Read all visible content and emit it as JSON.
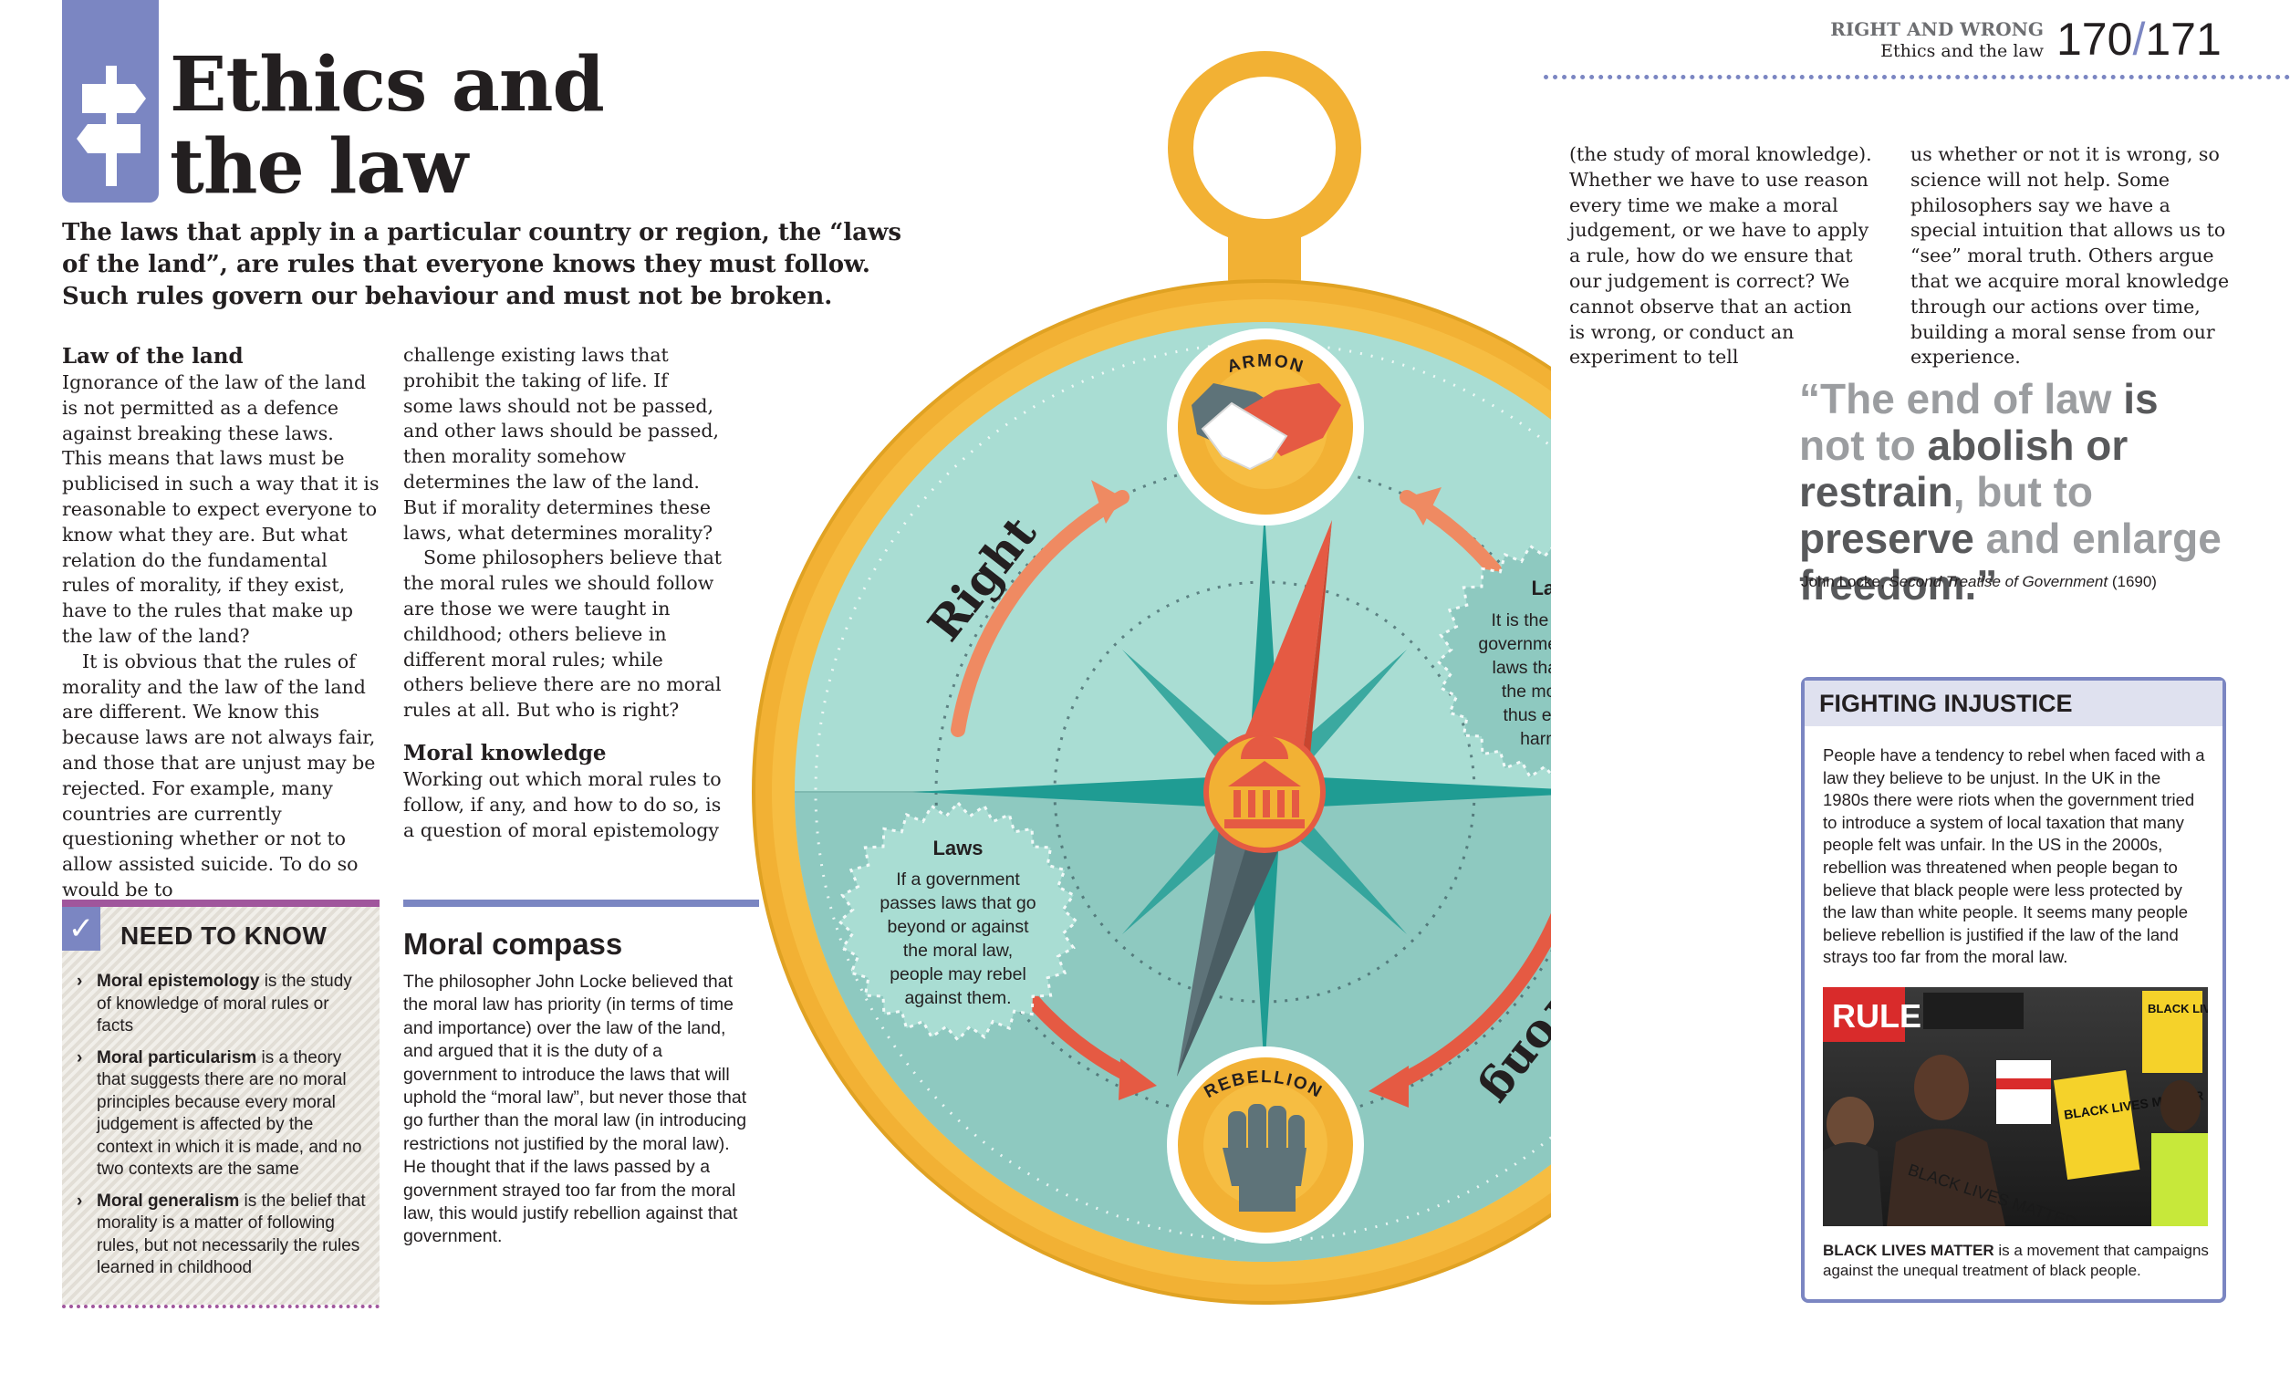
{
  "header": {
    "title": "Ethics and the law",
    "section": "RIGHT AND WRONG",
    "subsection": "Ethics and the law",
    "page_left": "170",
    "page_right": "171",
    "page_sep": "/"
  },
  "intro": "The laws that apply in a particular country or region, the “laws of the land”, are rules that everyone knows they must follow. Such rules govern our behaviour and must not be broken.",
  "law_of_land": {
    "heading": "Law of the land",
    "p1": "Ignorance of the law of the land is not permitted as a defence against breaking these laws. This means that laws must be publicised in such a way that it is reasonable to expect everyone to know what they are. But what relation do the fundamental rules of morality, if they exist, have to the rules that make up the law of the land?",
    "p2": "It is obvious that the rules of morality and the law of the land are different. We know this because laws are not always fair, and those that are unjust may be rejected. For example, many countries are currently questioning whether or not to allow assisted suicide. To do so would be to",
    "p3": "challenge existing laws that prohibit the taking of life. If some laws should not be passed, and other laws should be passed, then morality somehow determines the law of the land. But if morality determines these laws, what determines morality?",
    "p4": "Some philosophers believe that the moral rules we should follow are those we were taught in childhood; others believe in different moral rules; while others believe there are no moral rules at all. But who is right?"
  },
  "moral_knowledge": {
    "heading": "Moral knowledge",
    "p1": "Working out which moral rules to follow, if any, and how to do so, is a question of moral epistemology",
    "p2": "(the study of moral knowledge). Whether we have to use reason every time we make a moral judgement, or we have to apply a rule, how do we ensure that our judgement is correct? We cannot observe that an action is wrong, or conduct an experiment to tell",
    "p3": "us whether or not it is wrong, so science will not help. Some philosophers say we have a special intuition that allows us to “see” moral truth. Others argue that we acquire moral knowledge through our actions over time, building a moral sense from our experience."
  },
  "need_to_know": {
    "check": "✓",
    "title": "NEED TO KNOW",
    "chevron": "›",
    "items": [
      {
        "term": "Moral epistemology",
        "text": " is the study of knowledge of moral rules or facts"
      },
      {
        "term": "Moral particularism",
        "text": " is a theory that suggests there are no moral principles because every moral judgement is affected by the context in which it is made, and no two contexts are the same"
      },
      {
        "term": "Moral generalism",
        "text": " is the belief that morality is a matter of following rules, but not necessarily the rules learned in childhood"
      }
    ]
  },
  "moral_compass": {
    "title": "Moral compass",
    "body": "The philosopher John Locke believed that the moral law has priority (in terms of time and importance) over the law of the land, and argued that it is the duty of a government to introduce the laws that will uphold the “moral law”, but never those that go further than the moral law (in introducing restrictions not justified by the moral law). He thought that if the laws passed by a government strayed too far from the moral law, this would justify rebellion against that government."
  },
  "diagram": {
    "harmony": "HARMONY",
    "rebellion": "REBELLION",
    "right": "Right",
    "wrong": "Wrong",
    "laws_top_title": "Laws",
    "laws_top_lines": [
      "It is the duty of a",
      "government to pass",
      "laws that uphold",
      "the moral law,",
      "thus ensuring",
      "harmony."
    ],
    "laws_bottom_title": "Laws",
    "laws_bottom_lines": [
      "If a government",
      "passes laws that go",
      "beyond or against",
      "the moral law,",
      "people may rebel",
      "against them."
    ]
  },
  "quote": {
    "parts": [
      {
        "t": "“The end of law ",
        "c": "g"
      },
      {
        "t": "is ",
        "c": "d"
      },
      {
        "t": "not to ",
        "c": "g"
      },
      {
        "t": "abolish or restrain",
        "c": "d"
      },
      {
        "t": ", but to ",
        "c": "g"
      },
      {
        "t": "preserve ",
        "c": "d"
      },
      {
        "t": "and enlarge ",
        "c": "g"
      },
      {
        "t": "freedom.”",
        "c": "d"
      }
    ],
    "author": "John Locke, ",
    "work": "Second Treatise of Government",
    "year": " (1690)"
  },
  "fighting_injustice": {
    "title": "FIGHTING INJUSTICE",
    "body": "People have a tendency to rebel when faced with a law they believe to be unjust. In the UK in the 1980s there were riots when the government tried to introduce a system of local taxation that many people felt was unfair. In the US in the 2000s, rebellion was threatened when people began to believe that black people were less protected by the law than white people. It seems many people believe rebellion is justified if the law of the land strays too far from the moral law.",
    "caption_bold": "BLACK LIVES MATTER",
    "caption_rest": " is a movement that campaigns against the unequal treatment of black people.",
    "photo_signs": [
      "RULE",
      "BLACK LIVES MATTER",
      "BLACK LIVES MATTER",
      "BLACK LIVES MATTER"
    ]
  },
  "colors": {
    "accent_blue": "#7b86c2",
    "accent_purple": "#a0569c",
    "compass_gold": "#f2b134",
    "compass_teal": "#a9ddd3",
    "needle_red": "#e55a43",
    "needle_grey": "#5e7379"
  }
}
